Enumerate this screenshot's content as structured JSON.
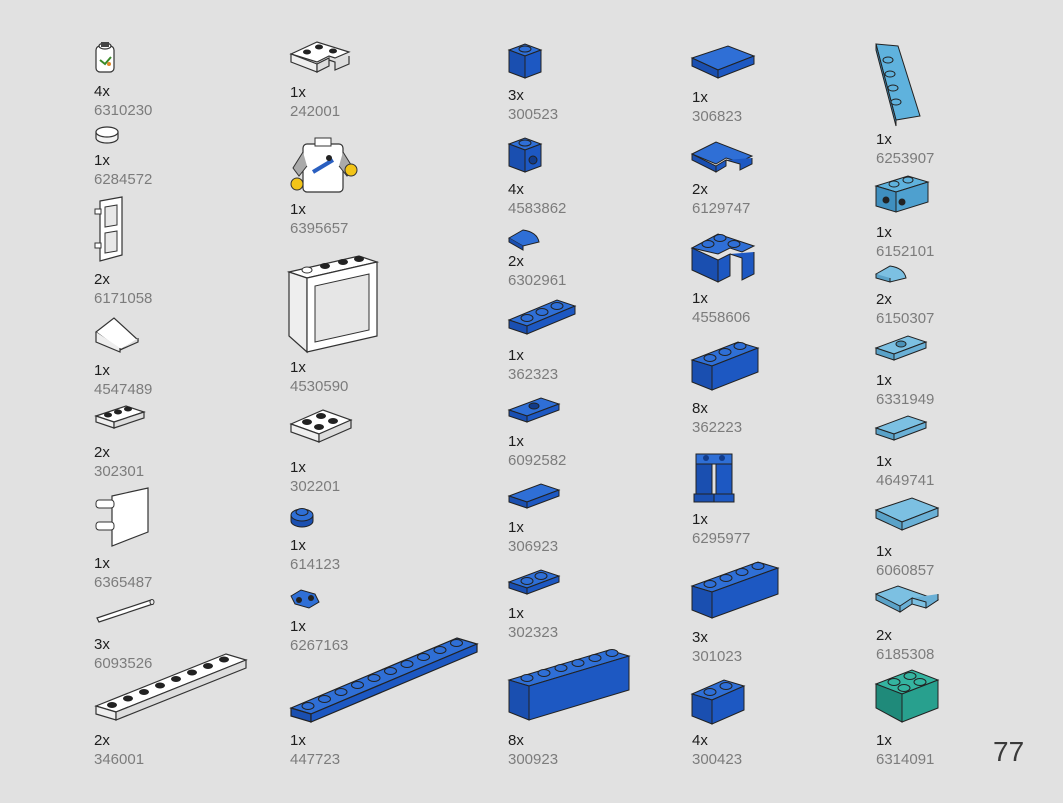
{
  "page_number": "77",
  "colors": {
    "background": "#e1e1e1",
    "white_part": "#ffffff",
    "blue_part": "#1f5fbf",
    "medium_azure_part": "#5fb2dd",
    "light_azure_part": "#7cc0e2",
    "teal_part": "#2a9e8e"
  },
  "columns": [
    {
      "parts": [
        {
          "qty": "4x",
          "id": "6310230",
          "icon": "printed-cylinder-icon",
          "color": "white"
        },
        {
          "qty": "1x",
          "id": "6284572",
          "icon": "round-tile-icon",
          "color": "white"
        },
        {
          "qty": "2x",
          "id": "6171058",
          "icon": "window-shutter-icon",
          "color": "white"
        },
        {
          "qty": "1x",
          "id": "4547489",
          "icon": "slope-icon",
          "color": "white"
        },
        {
          "qty": "2x",
          "id": "302301",
          "icon": "plate-1x3-icon",
          "color": "white"
        },
        {
          "qty": "1x",
          "id": "6365487",
          "icon": "flag-icon",
          "color": "white"
        },
        {
          "qty": "3x",
          "id": "6093526",
          "icon": "bar-icon",
          "color": "white"
        },
        {
          "qty": "2x",
          "id": "346001",
          "icon": "plate-1x8-icon",
          "color": "white"
        }
      ]
    },
    {
      "parts": [
        {
          "qty": "1x",
          "id": "242001",
          "icon": "corner-plate-icon",
          "color": "white"
        },
        {
          "qty": "1x",
          "id": "6395657",
          "icon": "minifig-torso-icon",
          "color": "white"
        },
        {
          "qty": "1x",
          "id": "4530590",
          "icon": "window-frame-icon",
          "color": "white"
        },
        {
          "qty": "1x",
          "id": "302201",
          "icon": "plate-2x2-icon",
          "color": "white"
        },
        {
          "qty": "1x",
          "id": "614123",
          "icon": "round-plate-icon",
          "color": "blue"
        },
        {
          "qty": "1x",
          "id": "6267163",
          "icon": "minifig-accessory-icon",
          "color": "blue"
        },
        {
          "qty": "1x",
          "id": "447723",
          "icon": "plate-1x10-icon",
          "color": "blue"
        }
      ]
    },
    {
      "parts": [
        {
          "qty": "3x",
          "id": "300523",
          "icon": "brick-1x1-icon",
          "color": "blue"
        },
        {
          "qty": "4x",
          "id": "4583862",
          "icon": "brick-stud-side-icon",
          "color": "blue"
        },
        {
          "qty": "2x",
          "id": "6302961",
          "icon": "quarter-tile-icon",
          "color": "blue"
        },
        {
          "qty": "1x",
          "id": "362323",
          "icon": "plate-1x3-icon",
          "color": "blue"
        },
        {
          "qty": "1x",
          "id": "6092582",
          "icon": "jumper-plate-icon",
          "color": "blue"
        },
        {
          "qty": "1x",
          "id": "306923",
          "icon": "tile-1x2-icon",
          "color": "blue"
        },
        {
          "qty": "1x",
          "id": "302323",
          "icon": "plate-1x2-icon",
          "color": "blue"
        },
        {
          "qty": "8x",
          "id": "300923",
          "icon": "brick-1x6-icon",
          "color": "blue"
        }
      ]
    },
    {
      "parts": [
        {
          "qty": "1x",
          "id": "306823",
          "icon": "tile-2x2-icon",
          "color": "blue"
        },
        {
          "qty": "2x",
          "id": "6129747",
          "icon": "corner-tile-icon",
          "color": "blue"
        },
        {
          "qty": "1x",
          "id": "4558606",
          "icon": "corner-brick-icon",
          "color": "blue"
        },
        {
          "qty": "8x",
          "id": "362223",
          "icon": "brick-1x3-icon",
          "color": "blue"
        },
        {
          "qty": "1x",
          "id": "6295977",
          "icon": "minifig-legs-icon",
          "color": "blue"
        },
        {
          "qty": "3x",
          "id": "301023",
          "icon": "brick-1x4-icon",
          "color": "blue"
        },
        {
          "qty": "4x",
          "id": "300423",
          "icon": "brick-1x2-icon",
          "color": "blue"
        }
      ]
    },
    {
      "parts": [
        {
          "qty": "1x",
          "id": "6253907",
          "icon": "wedge-plate-icon",
          "color": "medium-azure"
        },
        {
          "qty": "1x",
          "id": "6152101",
          "icon": "bracket-icon",
          "color": "medium-azure"
        },
        {
          "qty": "2x",
          "id": "6150307",
          "icon": "quarter-tile-icon",
          "color": "light-azure"
        },
        {
          "qty": "1x",
          "id": "6331949",
          "icon": "jumper-plate-icon",
          "color": "light-azure"
        },
        {
          "qty": "1x",
          "id": "4649741",
          "icon": "tile-1x2-icon",
          "color": "light-azure"
        },
        {
          "qty": "1x",
          "id": "6060857",
          "icon": "tile-2x2-icon",
          "color": "light-azure"
        },
        {
          "qty": "2x",
          "id": "6185308",
          "icon": "corner-tile-icon",
          "color": "light-azure"
        },
        {
          "qty": "1x",
          "id": "6314091",
          "icon": "brick-2x2-icon",
          "color": "teal"
        }
      ]
    }
  ]
}
